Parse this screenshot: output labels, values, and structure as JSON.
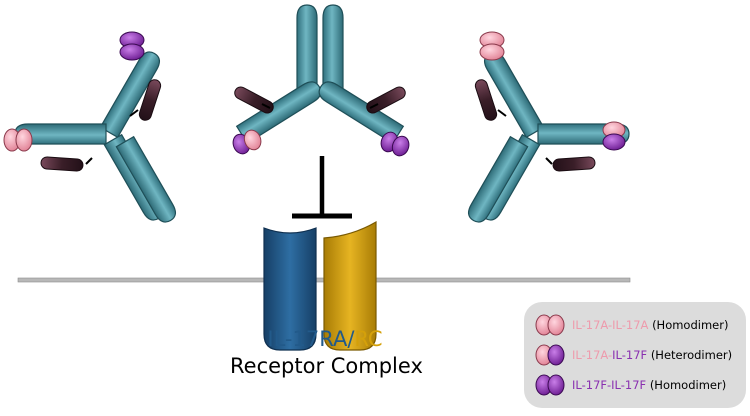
{
  "receptor": {
    "name_a": "IL-17RA",
    "separator": "/",
    "name_b": "RC",
    "caption": "Receptor Complex"
  },
  "legend": {
    "items": [
      {
        "part_a": "IL-17A",
        "dash": "-",
        "part_b": "IL-17A",
        "note": "(Homodimer)"
      },
      {
        "part_a": "IL-17A",
        "dash": "-",
        "part_b": "IL-17F",
        "note": "(Heterodimer)"
      },
      {
        "part_a": "IL-17F",
        "dash": "-",
        "part_b": "IL-17F",
        "note": "(Homodimer)"
      }
    ]
  },
  "colors": {
    "antibody": "#3e8a98",
    "antibody_light": "#6fb6c2",
    "il17ra": "#225a8a",
    "il17rc": "#d4a00a",
    "il17a_pink": "#f0a0b0",
    "il17f_purple": "#8a30b0",
    "light_chain": "#4a2a35",
    "membrane": "#b8b8b8",
    "legend_bg": "#dcdcdc"
  }
}
